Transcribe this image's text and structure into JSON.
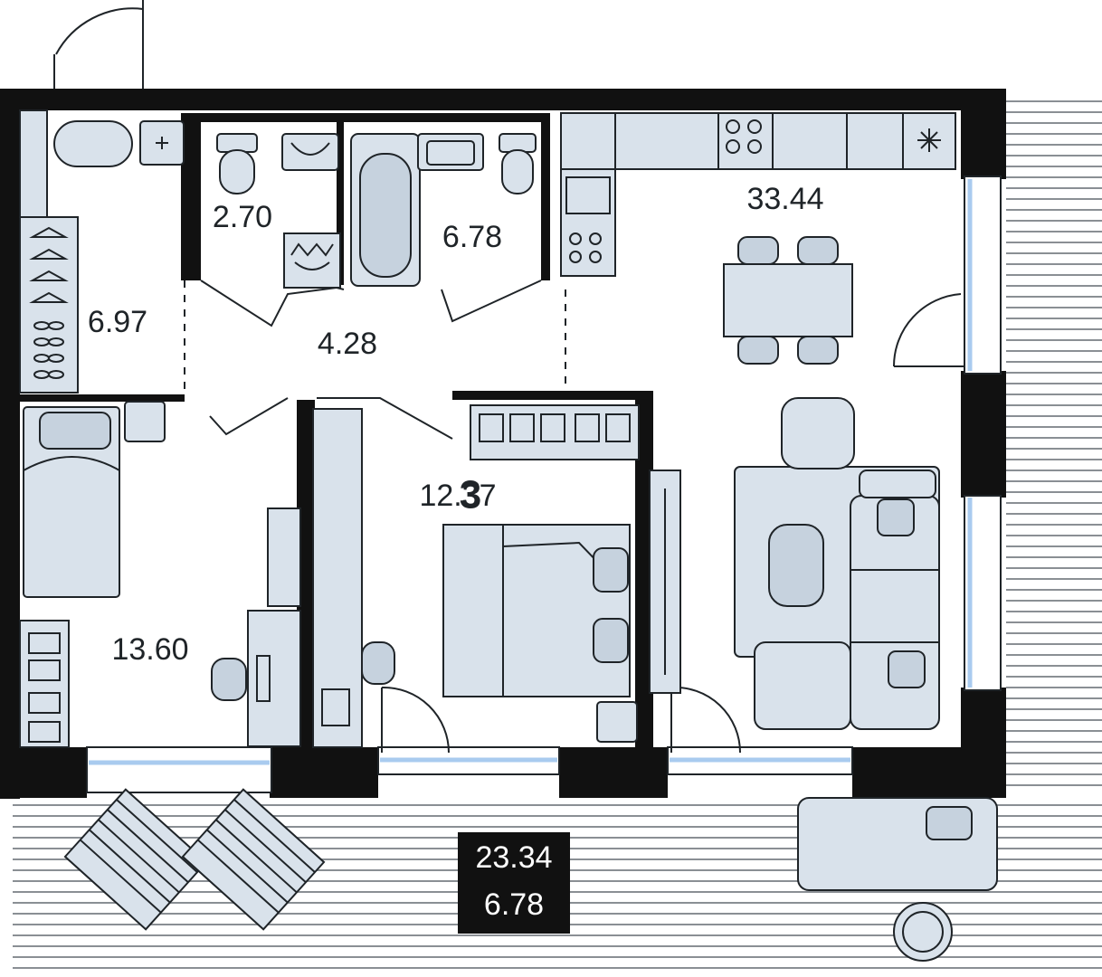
{
  "plan": {
    "rooms": {
      "wardrobe": "6.97",
      "toilet": "2.70",
      "bathroom": "6.78",
      "hallway": "4.28",
      "kitchen_living": "33.44",
      "bedroom_small": "13.60",
      "bedroom_main": "12.37",
      "balcony_total": "23.34",
      "balcony_reduced": "6.78"
    },
    "overlay_number": "3",
    "colors": {
      "wall": "#111111",
      "furniture": "#d9e2eb",
      "line": "#1f2428",
      "glass": "#a9cbef"
    },
    "icons": [
      "snowflake-icon",
      "hanger-icon",
      "shirt-icon",
      "stove-icon"
    ]
  }
}
